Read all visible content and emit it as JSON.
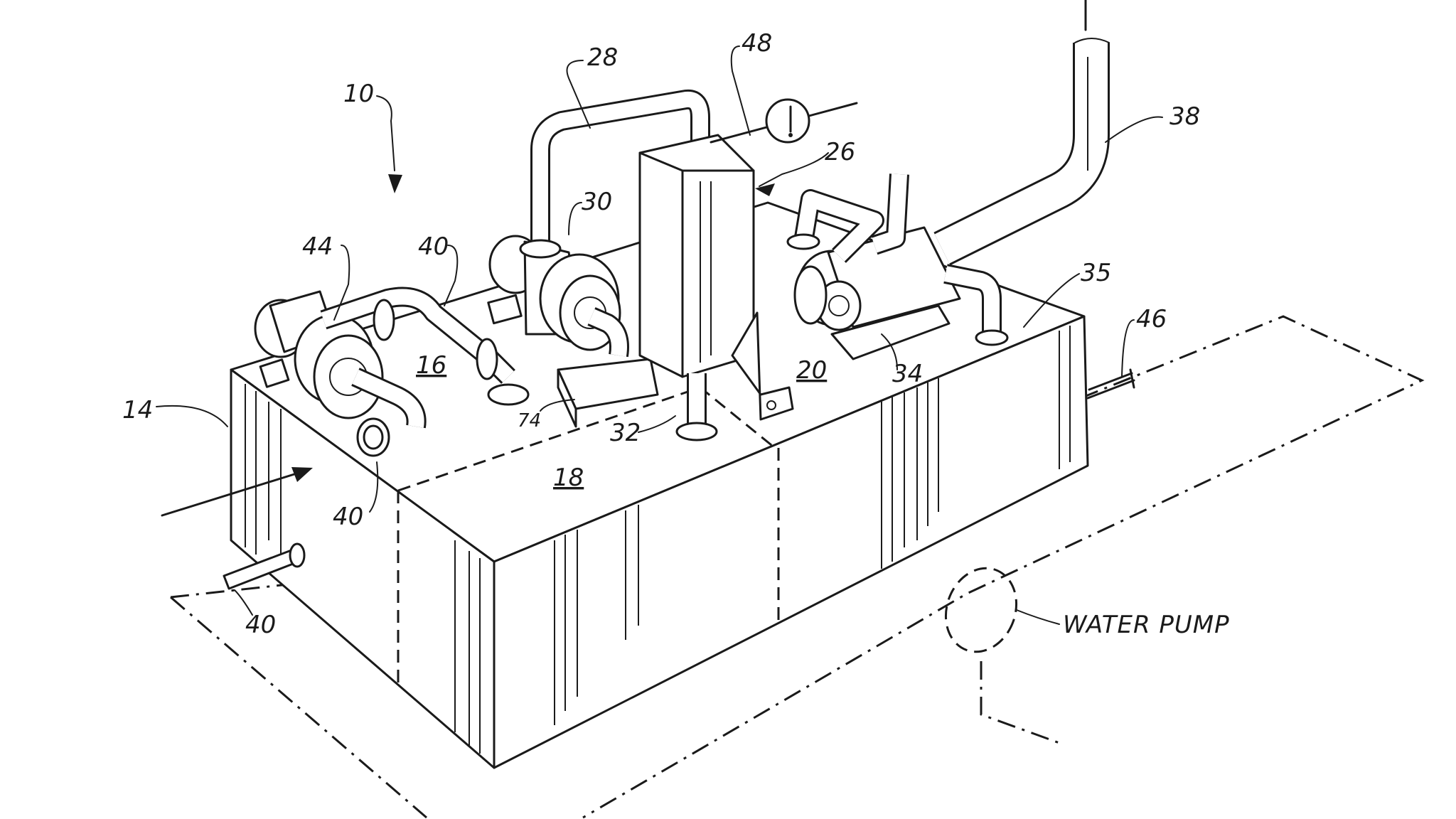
{
  "labels": {
    "r10": "10",
    "r14": "14",
    "r16": "16",
    "r18": "18",
    "r20": "20",
    "r26": "26",
    "r28": "28",
    "r30": "30",
    "r32": "32",
    "r34": "34",
    "r35": "35",
    "r38": "38",
    "r40a": "40",
    "r40b": "40",
    "r40c": "40",
    "r44": "44",
    "r46": "46",
    "r48": "48",
    "r74": "74",
    "water_pump": "WATER PUMP"
  }
}
